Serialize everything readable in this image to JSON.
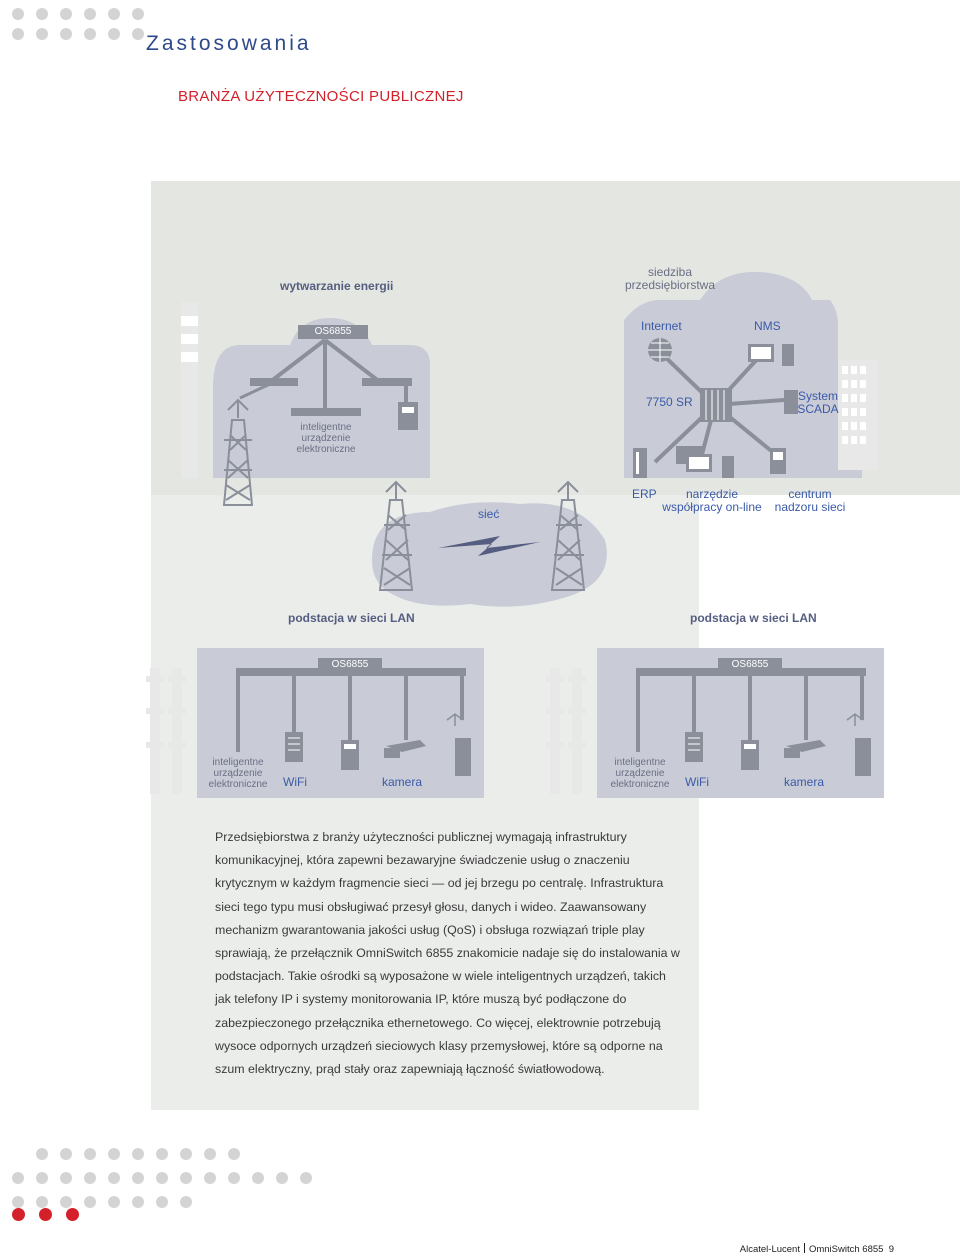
{
  "header": {
    "title": "Zastosowania",
    "section": "BRANŻA UŻYTECZNOŚCI PUBLICZNEJ"
  },
  "diagram": {
    "top": {
      "generation_label": "wytwarzanie energii",
      "hq_label": "siedziba przedsiębiorstwa",
      "os_switch": "OS6855",
      "ied_label": "inteligentne urządzenie elektroniczne",
      "internet_label": "Internet",
      "nms_label": "NMS",
      "router_label": "7750 SR",
      "scada_label": "System SCADA",
      "erp_label": "ERP",
      "collab_label": "narzędzie współpracy on-line",
      "control_label": "centrum nadzoru sieci",
      "network_label": "sieć"
    },
    "substations": [
      {
        "title": "podstacja w sieci LAN",
        "switch": "OS6855",
        "ied_label": "inteligentne urządzenie elektroniczne",
        "wifi_label": "WiFi",
        "camera_label": "kamera"
      },
      {
        "title": "podstacja w sieci LAN",
        "switch": "OS6855",
        "ied_label": "inteligentne urządzenie elektroniczne",
        "wifi_label": "WiFi",
        "camera_label": "kamera"
      }
    ]
  },
  "body": {
    "paragraph": "Przedsiębiorstwa z branży użyteczności publicznej wymagają infrastruktury komunikacyjnej, która zapewni bezawaryjne świadczenie usług o znaczeniu krytycznym w każdym fragmencie sieci — od jej brzegu po centralę. Infrastruktura sieci tego typu musi obsługiwać przesył głosu, danych i wideo. Zaawansowany mechanizm gwarantowania jakości usług (QoS) i obsługa rozwiązań triple play sprawiają, że przełącznik OmniSwitch 6855 znakomicie nadaje się do instalowania w podstacjach. Takie ośrodki są wyposażone w wiele inteligentnych urządzeń, takich jak telefony IP i systemy monitorowania IP, które muszą być podłączone do zabezpieczonego przełącznika ethernetowego. Co więcej, elektrownie potrzebują wysoce odpornych urządzeń sieciowych klasy przemysłowej, które są odporne na szum elektryczny, prąd stały oraz zapewniają łączność światłowodową."
  },
  "footer": {
    "brand": "Alcatel-Lucent",
    "product": "OmniSwitch 6855",
    "page": "9"
  },
  "colors": {
    "accent_red": "#d4202a",
    "title_blue": "#2e4a8a",
    "panel_gray": "#e4e6e1",
    "building_gray": "#c9ccd6"
  }
}
